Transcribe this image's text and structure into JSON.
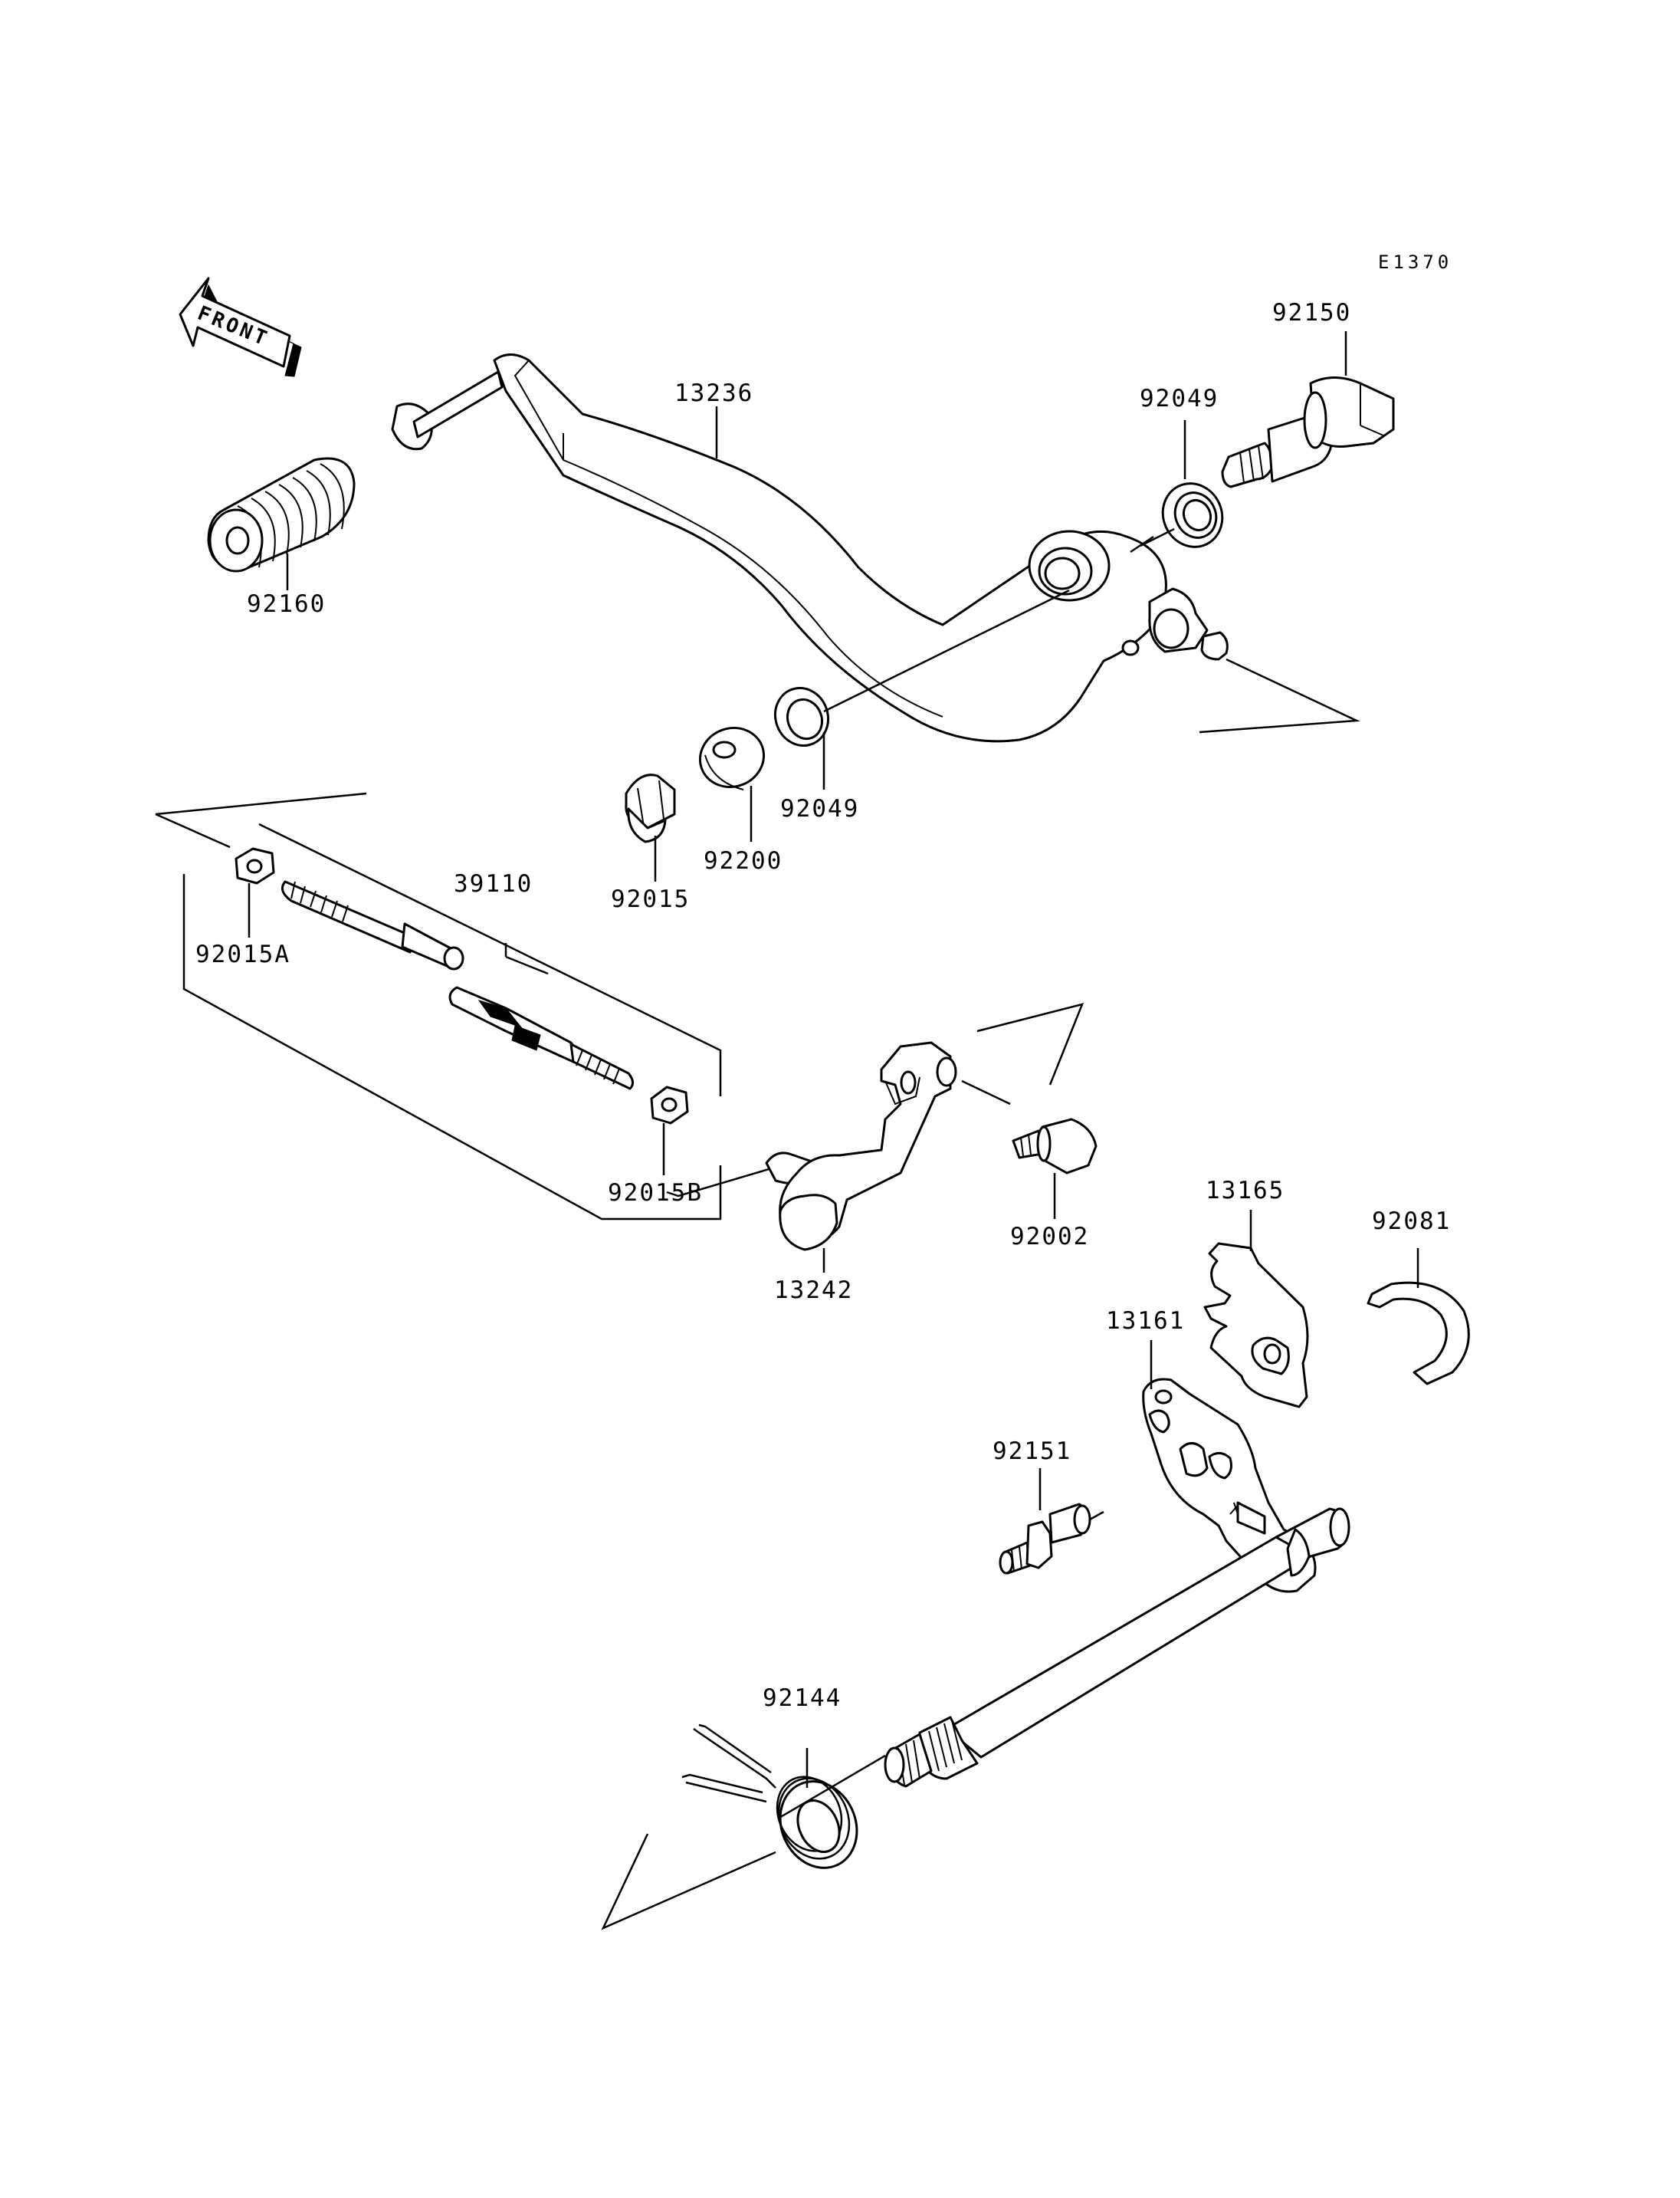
{
  "diagram_ref": "E1370",
  "front_marker": "FRONT",
  "parts": [
    {
      "id": "pedal",
      "number": "13236"
    },
    {
      "id": "pedal-rubber",
      "number": "92160"
    },
    {
      "id": "pivot-bolt",
      "number": "92150"
    },
    {
      "id": "oil-seal-upper",
      "number": "92049"
    },
    {
      "id": "oil-seal-lower",
      "number": "92049"
    },
    {
      "id": "washer",
      "number": "92200"
    },
    {
      "id": "cap-nut",
      "number": "92015"
    },
    {
      "id": "tie-rod",
      "number": "39110"
    },
    {
      "id": "nut-a",
      "number": "92015A"
    },
    {
      "id": "nut-b",
      "number": "92015B"
    },
    {
      "id": "shift-lever",
      "number": "13242"
    },
    {
      "id": "lever-bolt",
      "number": "92002"
    },
    {
      "id": "guide-plate",
      "number": "13165"
    },
    {
      "id": "circlip",
      "number": "92081"
    },
    {
      "id": "shift-shaft",
      "number": "13161"
    },
    {
      "id": "spring-pin",
      "number": "92151"
    },
    {
      "id": "return-spring",
      "number": "92144"
    }
  ]
}
